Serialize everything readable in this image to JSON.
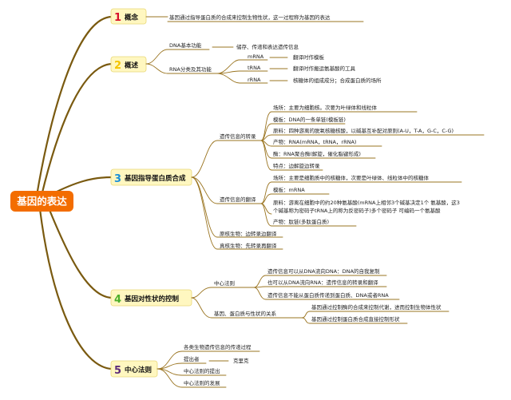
{
  "root": {
    "label": "基因的表达",
    "color": "#f36d00"
  },
  "colors": {
    "box": "#fff7c0",
    "box_border": "#e9d878",
    "line": "#7a5a10"
  },
  "sections": [
    {
      "num": "1",
      "num_color": "#d7102a",
      "label": "概念",
      "items": [
        {
          "text": "基因通过指导蛋白质的合成来控制生物性状，这一过程称为基因的表达"
        }
      ]
    },
    {
      "num": "2",
      "num_color": "#f4c400",
      "label": "概述",
      "items": [
        {
          "text": "DNA基本功能",
          "value": "储存、传递和表达遗传信息"
        },
        {
          "text": "RNA分类及其功能"
        },
        {
          "text": "mRNA",
          "value": "翻译时作模板"
        },
        {
          "text": "tRNA",
          "value": "翻译时作搬运氨基酸的工具"
        },
        {
          "text": "rRNA",
          "value": "核糖体的组成成分；合成蛋白质的场所"
        }
      ]
    },
    {
      "num": "3",
      "num_color": "#1a8fd8",
      "label": "基因指导蛋白质合成",
      "items": [
        {
          "text": "遗传信息的转录"
        },
        {
          "text": "场所：主要为细胞核。次要为叶绿体和线粒体"
        },
        {
          "text": "模板：DNA的一条单链(模板链)"
        },
        {
          "text": "原料：四种游离的脱氧核糖核酸，以碱基互补配对原则(A-U，T-A，G-C，C-G)"
        },
        {
          "text": "产物：RNA(mRNA，tRNA，rRNA)"
        },
        {
          "text": "酶：RNA聚合酶(解旋，催化脂键形成)"
        },
        {
          "text": "特点：边解旋边转录"
        },
        {
          "text": "遗传信息的翻译"
        },
        {
          "text": "场所：主要是细胞质中的核糖体，次要是叶绿体、线粒体中的核糖体"
        },
        {
          "text": "模板：mRNA"
        },
        {
          "text": "原料：游离在细胞中的约20种氨基酸(mRNA上相邻3个碱基决定1个 氨基酸，这3"
        },
        {
          "text": "个碱基称为密码子tRNA上的称为反密码子)多个密码子 可编码一个氨基酸"
        },
        {
          "text": "产物：肽链(多肽蛋白质)"
        },
        {
          "text": "原核生物：边转录边翻译"
        },
        {
          "text": "真核生物：先转录再翻译"
        }
      ]
    },
    {
      "num": "4",
      "num_color": "#4caf2a",
      "label": "基因对性状的控制",
      "items": [
        {
          "text": "中心法则"
        },
        {
          "text": "遗传信息可以从DNA流向DNA：DNA的自我复制"
        },
        {
          "text": "也可以从DNA流向RNA：遗传信息的转录和翻译"
        },
        {
          "text": "遗传信息不能从蛋白质传递到蛋白质、DNA或者RNA"
        },
        {
          "text": "基因、蛋白质与性状的关系"
        },
        {
          "text": "基因通过控制酶的合成来控制代谢，进而控制生物体性状"
        },
        {
          "text": "基因通过控制蛋白质合成直接控制形状"
        }
      ]
    },
    {
      "num": "5",
      "num_color": "#5b2a7a",
      "label": "中心法则",
      "items": [
        {
          "text": "各类生物遗传信息的传递过程"
        },
        {
          "text": "提出者",
          "value": "克里克"
        },
        {
          "text": "中心法则的提出"
        },
        {
          "text": "中心法则的发展"
        }
      ]
    }
  ]
}
